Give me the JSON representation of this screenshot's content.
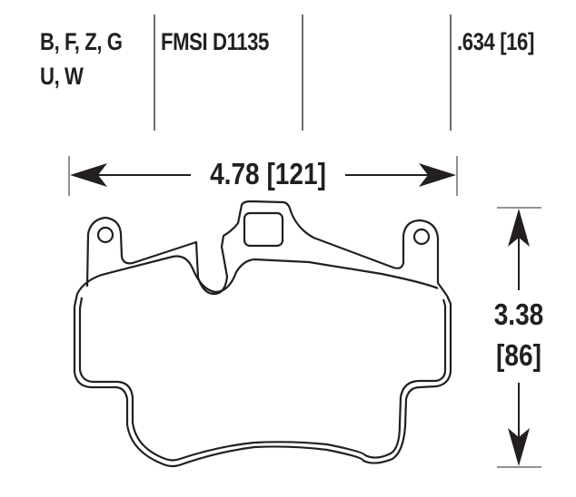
{
  "header": {
    "compounds_line1": "B, F, Z, G",
    "compounds_line2": "U, W",
    "fmsi": "FMSI D1135",
    "thickness": ".634 [16]"
  },
  "dimensions": {
    "width": "4.78 [121]",
    "height_line1": "3.38",
    "height_line2": "[86]"
  },
  "colors": {
    "text": "#231f20",
    "divider": "#6d6e71",
    "outline": "#231f20",
    "background": "#ffffff"
  }
}
